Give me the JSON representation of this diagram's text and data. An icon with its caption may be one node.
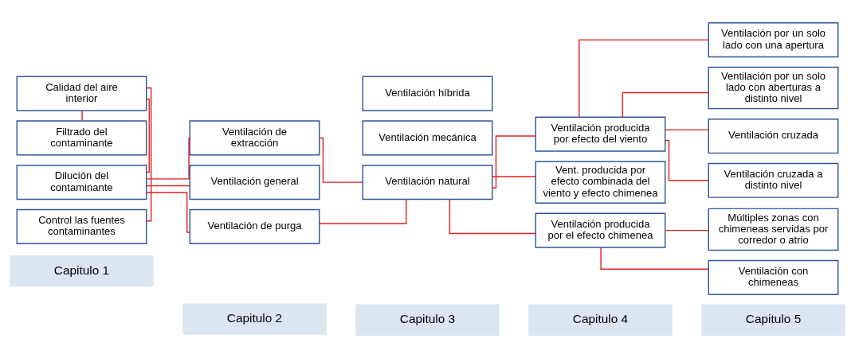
{
  "diagram": {
    "nodes": [
      {
        "text": [
          "Capitulo 1"
        ]
      },
      {
        "text": [
          "Capitulo 2"
        ]
      },
      {
        "text": [
          "Capitulo 3"
        ]
      },
      {
        "text": [
          "Capitulo 4"
        ]
      },
      {
        "text": [
          "Capitulo 5"
        ]
      },
      {
        "text": [
          "Calidad del aire interior"
        ]
      },
      {
        "text": [
          "Control las fuentes contaminantes"
        ]
      },
      {
        "text": [
          "Dilución del contaminante"
        ]
      },
      {
        "text": [
          "Filtrado del contaminante"
        ]
      },
      {
        "text": [
          "Ventilación de extracción"
        ]
      },
      {
        "text": [
          "Ventilación general"
        ]
      },
      {
        "text": [
          "Ventilación de purga"
        ]
      },
      {
        "text": [
          "Ventilación mecánica"
        ]
      },
      {
        "text": [
          "Ventilación natural"
        ]
      },
      {
        "text": [
          "Ventilación híbrida"
        ]
      },
      {
        "text": [
          "Ventilación producida por efecto del viento"
        ]
      },
      {
        "text": [
          "Vent. producida por efecto combinada del viento y efecto chimenea"
        ]
      },
      {
        "text": [
          "Ventilación producida por el efecto chimenea"
        ]
      },
      {
        "text": [
          "Ventilación por un solo lado con una apertura"
        ]
      },
      {
        "text": [
          "Ventilación por un solo lado con aberturas a distinto nivel"
        ]
      },
      {
        "text": [
          "Ventilación cruzada"
        ]
      },
      {
        "text": [
          "Ventilación cruzada a distinto nivel"
        ]
      },
      {
        "text": [
          "Múltiples zonas con chimeneas servidas por corredor o atrio"
        ]
      },
      {
        "text": [
          "Ventilación con chimeneas"
        ]
      }
    ],
    "edges": [
      {
        "from": 5,
        "to": 6,
        "arrow": "none"
      },
      {
        "from": 5,
        "to": 7,
        "arrow": "none"
      },
      {
        "from": 5,
        "to": 8,
        "arrow": "none"
      },
      {
        "from": 7,
        "to": 9,
        "arrow": "none"
      },
      {
        "from": 7,
        "to": 10,
        "arrow": "none"
      },
      {
        "from": 7,
        "to": 11,
        "arrow": "none"
      },
      {
        "from": 9,
        "to": 13,
        "arrow": "none"
      },
      {
        "from": 11,
        "to": 13,
        "arrow": "none"
      },
      {
        "from": 13,
        "to": 15,
        "arrow": "none"
      },
      {
        "from": 13,
        "to": 16,
        "arrow": "none"
      },
      {
        "from": 13,
        "to": 17,
        "arrow": "none"
      },
      {
        "from": 15,
        "to": 18,
        "arrow": "none"
      },
      {
        "from": 15,
        "to": 19,
        "arrow": "none"
      },
      {
        "from": 15,
        "to": 20,
        "arrow": "none"
      },
      {
        "from": 15,
        "to": 21,
        "arrow": "none"
      },
      {
        "from": 17,
        "to": 22,
        "arrow": "none"
      },
      {
        "from": 17,
        "to": 23,
        "arrow": "none"
      }
    ]
  }
}
